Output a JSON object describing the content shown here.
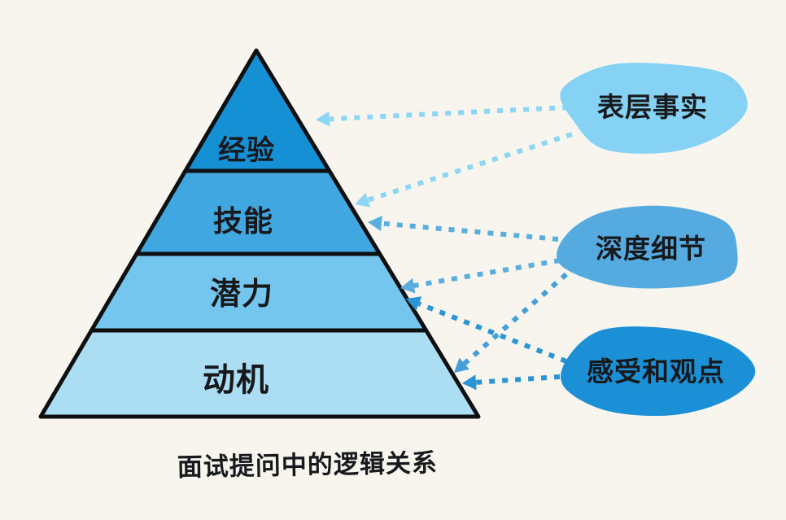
{
  "title": "面试提问中的逻辑关系",
  "background_color": "#f7f5ee",
  "outline_color": "#0e0f10",
  "pyramid": {
    "layers": [
      {
        "label": "经验",
        "color": "#1690d4"
      },
      {
        "label": "技能",
        "color": "#41a7e0"
      },
      {
        "label": "潜力",
        "color": "#74c6ee"
      },
      {
        "label": "动机",
        "color": "#abddf3"
      }
    ]
  },
  "blobs": [
    {
      "label": "表层事实",
      "color": "#85d2f4"
    },
    {
      "label": "深度细节",
      "color": "#55abdf"
    },
    {
      "label": "感受和观点",
      "color": "#1b90d6"
    }
  ],
  "arrows": [
    {
      "from": "表层事实",
      "to": "经验",
      "color": "#8ed6f5"
    },
    {
      "from": "表层事实",
      "to": "技能",
      "color": "#8ed6f5"
    },
    {
      "from": "深度细节",
      "to": "技能",
      "color": "#5aaede"
    },
    {
      "from": "深度细节",
      "to": "潜力",
      "color": "#5aaede"
    },
    {
      "from": "深度细节",
      "to": "动机",
      "color": "#469fd8"
    },
    {
      "from": "感受和观点",
      "to": "潜力",
      "color": "#2a95d4"
    },
    {
      "from": "感受和观点",
      "to": "动机",
      "color": "#2a95d4"
    }
  ]
}
